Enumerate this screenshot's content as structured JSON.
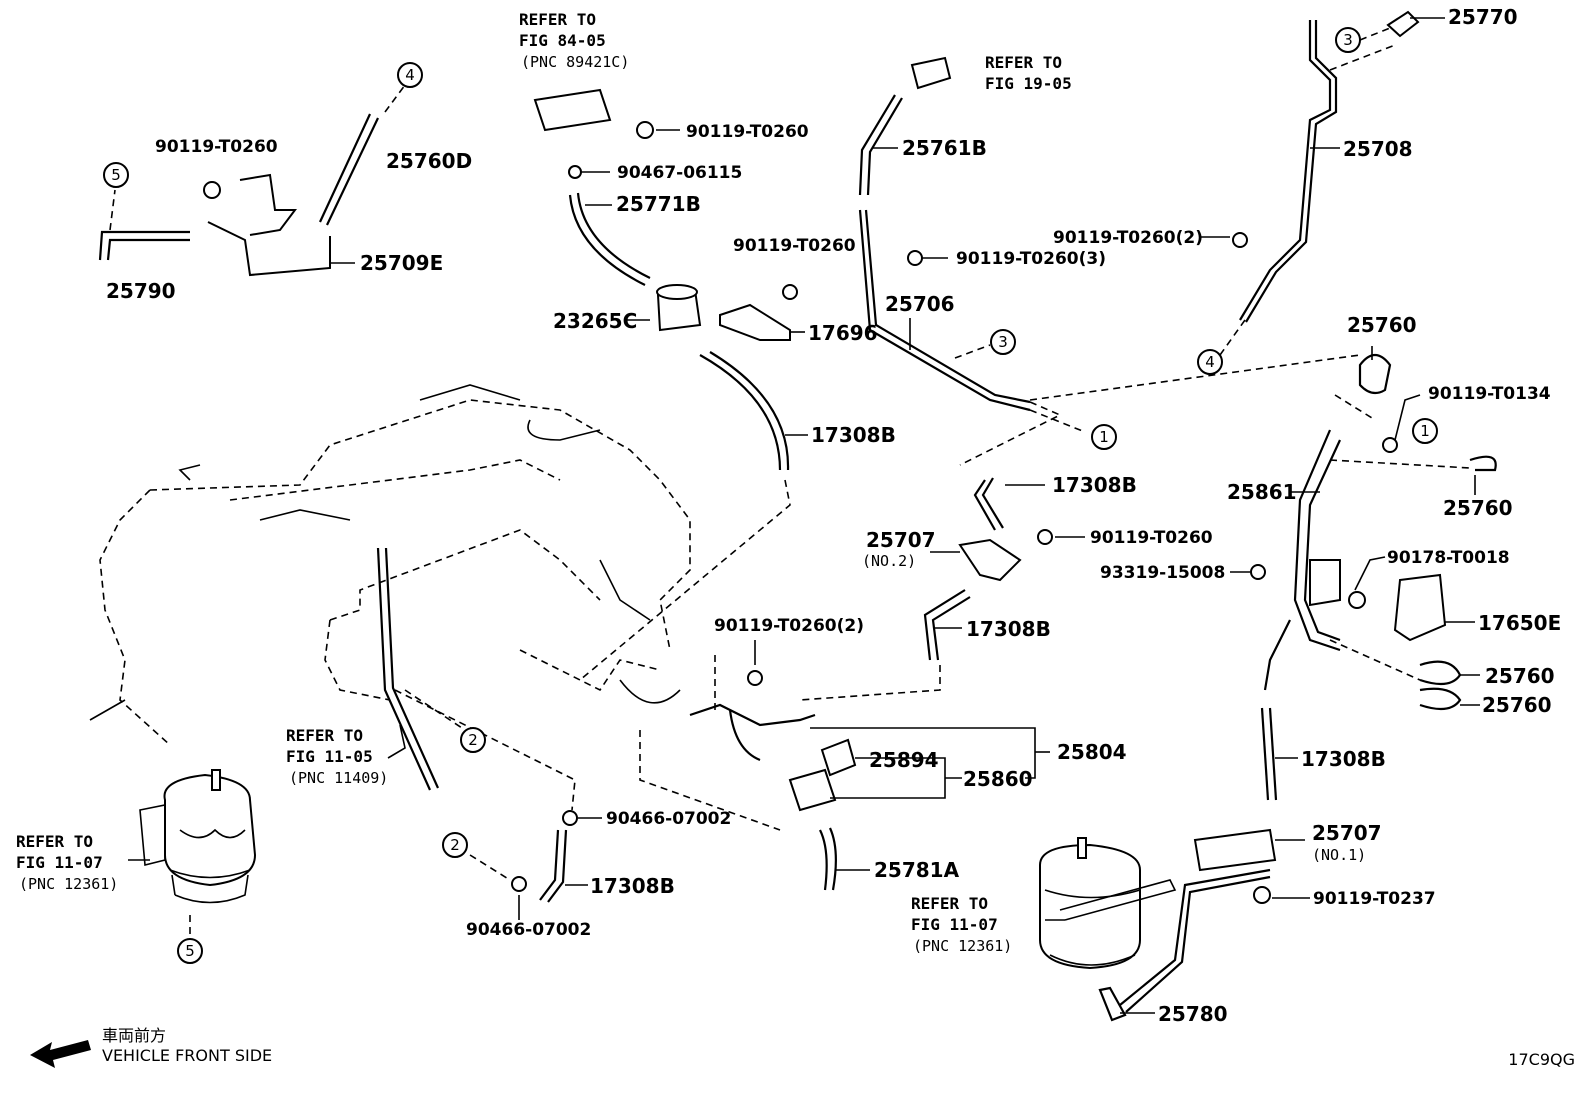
{
  "callouts": [
    {
      "id": "c1a",
      "num": "1"
    },
    {
      "id": "c1b",
      "num": "1"
    },
    {
      "id": "c2a",
      "num": "2"
    },
    {
      "id": "c2b",
      "num": "2"
    },
    {
      "id": "c3a",
      "num": "3"
    },
    {
      "id": "c3b",
      "num": "3"
    },
    {
      "id": "c4a",
      "num": "4"
    },
    {
      "id": "c4b",
      "num": "4"
    },
    {
      "id": "c5a",
      "num": "5"
    },
    {
      "id": "c5b",
      "num": "5"
    }
  ],
  "parts": {
    "p25760D": "25760D",
    "p25790": "25790",
    "p25709E": "25709E",
    "p90119_a": "90119-T0260",
    "p90119_b": "90119-T0260",
    "p90467": "90467-06115",
    "p25771B": "25771B",
    "p23265C": "23265C",
    "p90119_c": "90119-T0260",
    "p17696": "17696",
    "p17308B_a": "17308B",
    "p25761B": "25761B",
    "p90119_3": "90119-T0260(3)",
    "p25706": "25706",
    "p25770": "25770",
    "p25708": "25708",
    "p90119_2a": "90119-T0260(2)",
    "p25760_a": "25760",
    "p90119_T0134": "90119-T0134",
    "p25760_b": "25760",
    "p25861": "25861",
    "p17308B_b": "17308B",
    "p25707_2": "25707",
    "p25707_2sub": "(NO.2)",
    "p90119_d": "90119-T0260",
    "p93319": "93319-15008",
    "p90178": "90178-T0018",
    "p17650E": "17650E",
    "p17308B_c": "17308B",
    "p25760_c": "25760",
    "p25760_d": "25760",
    "p90119_2b": "90119-T0260(2)",
    "p25804": "25804",
    "p25894": "25894",
    "p25860": "25860",
    "p17308B_d": "17308B",
    "p25707_1": "25707",
    "p25707_1sub": "(NO.1)",
    "p90466_a": "90466-07002",
    "p17308B_e": "17308B",
    "p90466_b": "90466-07002",
    "p25781A": "25781A",
    "p90119_T0237": "90119-T0237",
    "p25780": "25780"
  },
  "refs": {
    "r84_l1": "REFER TO",
    "r84_l2": "FIG 84-05",
    "r84_l3": "(PNC 89421C)",
    "r19_l1": "REFER TO",
    "r19_l2": "FIG 19-05",
    "r11a_l1": "REFER TO",
    "r11a_l2": "FIG 11-05",
    "r11a_l3": "(PNC 11409)",
    "r11b_l1": "REFER TO",
    "r11b_l2": "FIG 11-07",
    "r11b_l3": "(PNC 12361)",
    "r11c_l1": "REFER TO",
    "r11c_l2": "FIG 11-07",
    "r11c_l3": "(PNC 12361)"
  },
  "footer": {
    "front_jp": "車両前方",
    "front_en": "VEHICLE FRONT SIDE",
    "code": "17C9QG"
  }
}
